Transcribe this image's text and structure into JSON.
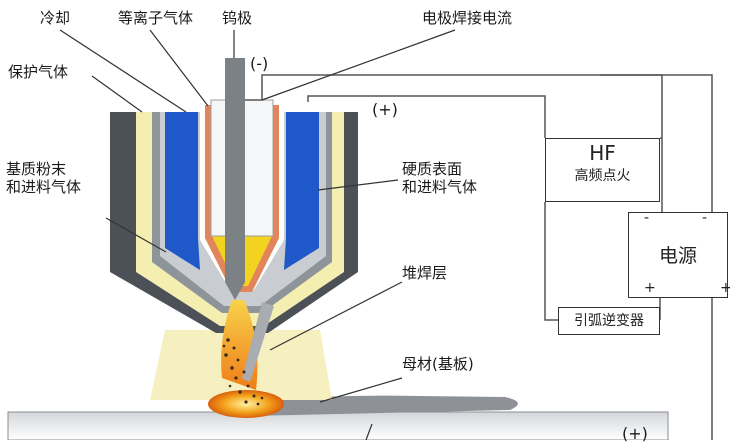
{
  "labels": {
    "cooling": "冷却",
    "plasma_gas": "等离子气体",
    "tungsten": "钨极",
    "electrode_current": "电极焊接电流",
    "shield_gas": "保护气体",
    "base_powder": "基质粉末\n和进料气体",
    "hard_surface": "硬质表面\n和进料气体",
    "weld_layer": "堆焊层",
    "base_metal": "母材(基板)"
  },
  "signs": {
    "neg": "(-)",
    "pos": "(+)",
    "pos_bottom": "(+)"
  },
  "hf_box": {
    "title": "HF",
    "subtitle": "高频点火"
  },
  "power_box": {
    "label": "电源",
    "minus": "-",
    "plus": "+"
  },
  "arc_box": {
    "label": "引弧逆变器"
  },
  "colors": {
    "nozzle_outer": "#4d5258",
    "shield_gas": "#f4eeb0",
    "coolant": "#1f58c9",
    "electrode": "#7c8186",
    "plasma": "#f2d420",
    "arc": "#f0901c",
    "workpiece_top": "#cfd2d5"
  }
}
